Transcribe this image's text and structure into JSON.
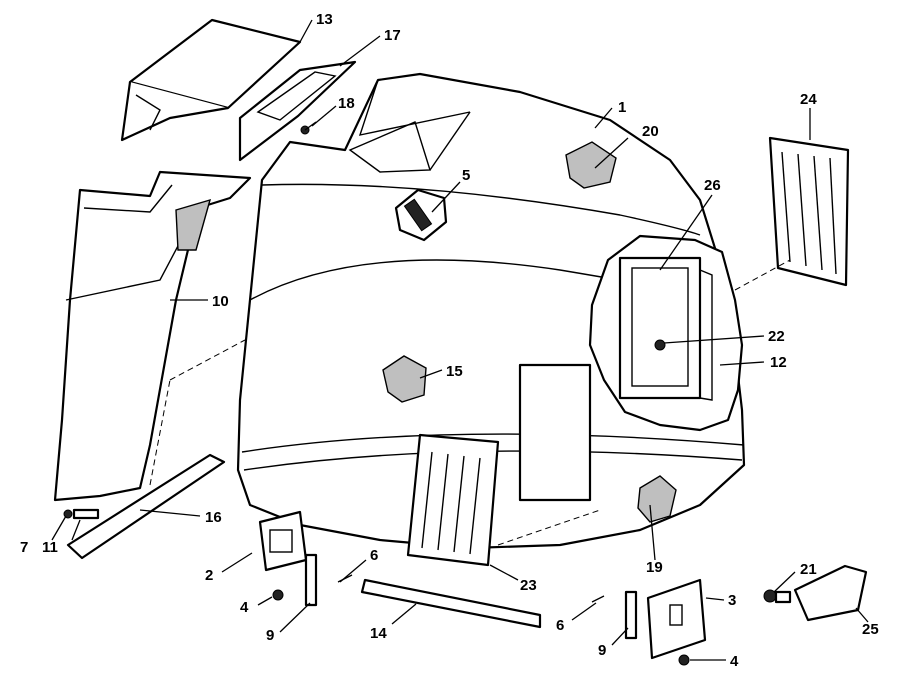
{
  "figure": {
    "description_free": true,
    "callouts": [
      {
        "id": "c1",
        "label": "1"
      },
      {
        "id": "c2",
        "label": "2"
      },
      {
        "id": "c3",
        "label": "3"
      },
      {
        "id": "c4a",
        "label": "4"
      },
      {
        "id": "c4b",
        "label": "4"
      },
      {
        "id": "c5",
        "label": "5"
      },
      {
        "id": "c6a",
        "label": "6"
      },
      {
        "id": "c6b",
        "label": "6"
      },
      {
        "id": "c7",
        "label": "7"
      },
      {
        "id": "c9a",
        "label": "9"
      },
      {
        "id": "c9b",
        "label": "9"
      },
      {
        "id": "c10",
        "label": "10"
      },
      {
        "id": "c11",
        "label": "11"
      },
      {
        "id": "c12",
        "label": "12"
      },
      {
        "id": "c13",
        "label": "13"
      },
      {
        "id": "c14",
        "label": "14"
      },
      {
        "id": "c15",
        "label": "15"
      },
      {
        "id": "c16",
        "label": "16"
      },
      {
        "id": "c17",
        "label": "17"
      },
      {
        "id": "c18",
        "label": "18"
      },
      {
        "id": "c19",
        "label": "19"
      },
      {
        "id": "c20",
        "label": "20"
      },
      {
        "id": "c21",
        "label": "21"
      },
      {
        "id": "c22",
        "label": "22"
      },
      {
        "id": "c23",
        "label": "23"
      },
      {
        "id": "c24",
        "label": "24"
      },
      {
        "id": "c25",
        "label": "25"
      },
      {
        "id": "c26",
        "label": "26"
      }
    ]
  }
}
